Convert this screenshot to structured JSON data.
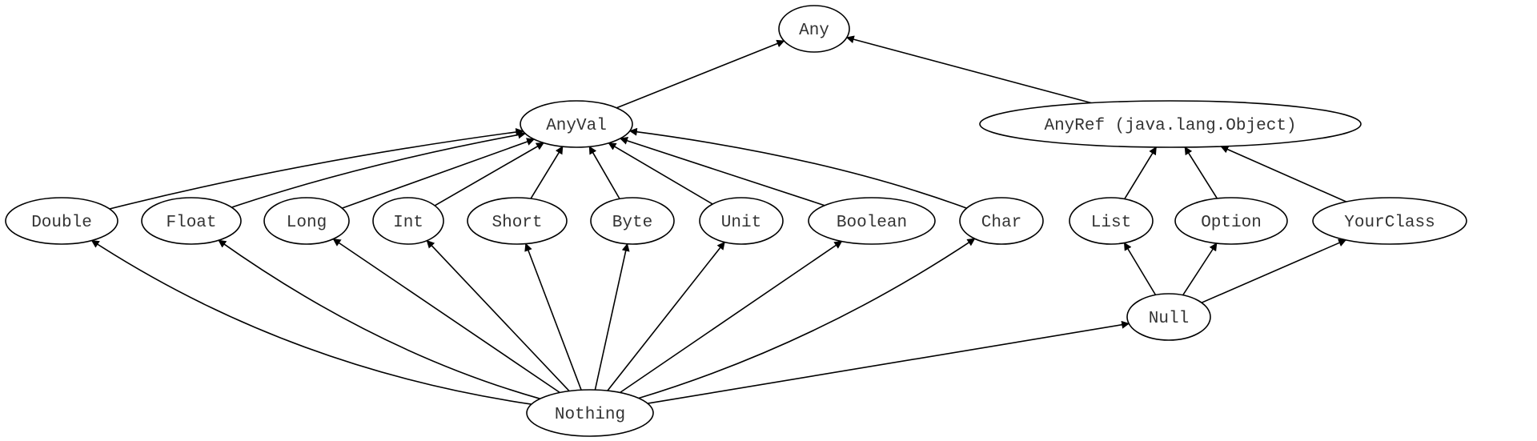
{
  "nodes": [
    {
      "id": "any",
      "label": "Any"
    },
    {
      "id": "anyval",
      "label": "AnyVal"
    },
    {
      "id": "anyref",
      "label": "AnyRef (java.lang.Object)"
    },
    {
      "id": "double",
      "label": "Double"
    },
    {
      "id": "float",
      "label": "Float"
    },
    {
      "id": "long",
      "label": "Long"
    },
    {
      "id": "int",
      "label": "Int"
    },
    {
      "id": "short",
      "label": "Short"
    },
    {
      "id": "byte",
      "label": "Byte"
    },
    {
      "id": "unit",
      "label": "Unit"
    },
    {
      "id": "boolean",
      "label": "Boolean"
    },
    {
      "id": "char",
      "label": "Char"
    },
    {
      "id": "list",
      "label": "List"
    },
    {
      "id": "option",
      "label": "Option"
    },
    {
      "id": "yourclass",
      "label": "YourClass"
    },
    {
      "id": "null",
      "label": "Null"
    },
    {
      "id": "nothing",
      "label": "Nothing"
    }
  ],
  "edges": [
    {
      "from": "anyval",
      "to": "any"
    },
    {
      "from": "anyref",
      "to": "any"
    },
    {
      "from": "double",
      "to": "anyval"
    },
    {
      "from": "float",
      "to": "anyval"
    },
    {
      "from": "long",
      "to": "anyval"
    },
    {
      "from": "int",
      "to": "anyval"
    },
    {
      "from": "short",
      "to": "anyval"
    },
    {
      "from": "byte",
      "to": "anyval"
    },
    {
      "from": "unit",
      "to": "anyval"
    },
    {
      "from": "boolean",
      "to": "anyval"
    },
    {
      "from": "char",
      "to": "anyval"
    },
    {
      "from": "list",
      "to": "anyref"
    },
    {
      "from": "option",
      "to": "anyref"
    },
    {
      "from": "yourclass",
      "to": "anyref"
    },
    {
      "from": "null",
      "to": "list"
    },
    {
      "from": "null",
      "to": "option"
    },
    {
      "from": "null",
      "to": "yourclass"
    },
    {
      "from": "nothing",
      "to": "double"
    },
    {
      "from": "nothing",
      "to": "float"
    },
    {
      "from": "nothing",
      "to": "long"
    },
    {
      "from": "nothing",
      "to": "int"
    },
    {
      "from": "nothing",
      "to": "short"
    },
    {
      "from": "nothing",
      "to": "byte"
    },
    {
      "from": "nothing",
      "to": "unit"
    },
    {
      "from": "nothing",
      "to": "boolean"
    },
    {
      "from": "nothing",
      "to": "char"
    },
    {
      "from": "nothing",
      "to": "null"
    }
  ]
}
